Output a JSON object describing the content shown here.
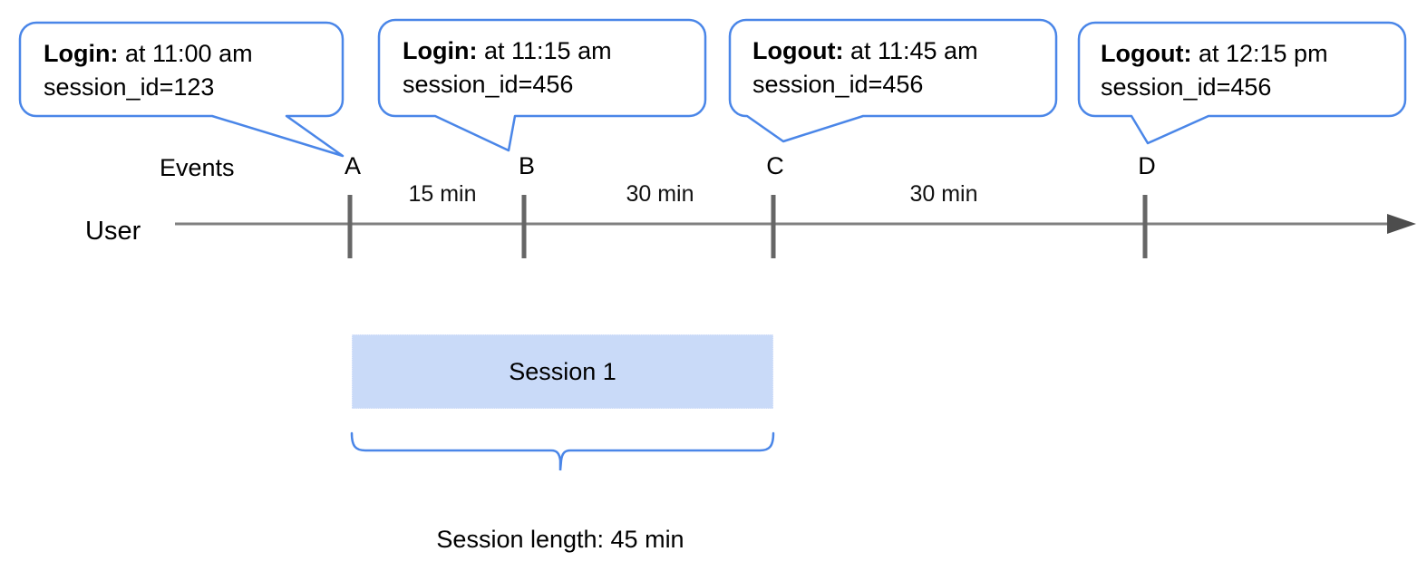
{
  "bubbles": [
    {
      "label": "Login:",
      "time": "at 11:00 am",
      "session": "session_id=123"
    },
    {
      "label": "Login:",
      "time": "at 11:15 am",
      "session": "session_id=456"
    },
    {
      "label": "Logout:",
      "time": "at 11:45 am",
      "session": "session_id=456"
    },
    {
      "label": "Logout:",
      "time": "at 12:15 pm",
      "session": "session_id=456"
    }
  ],
  "timeline": {
    "user_label": "User",
    "events_label": "Events",
    "markers": [
      "A",
      "B",
      "C",
      "D"
    ],
    "intervals": [
      "15 min",
      "30 min",
      "30 min"
    ]
  },
  "session": {
    "label": "Session 1",
    "length": "Session length: 45 min"
  },
  "colors": {
    "bubble_border": "#4a86e8",
    "brace": "#4a86e8",
    "session_fill": "#c9daf8",
    "timeline_line": "#7f7f7f",
    "tick": "#666666",
    "arrowhead": "#4d4d4d"
  }
}
